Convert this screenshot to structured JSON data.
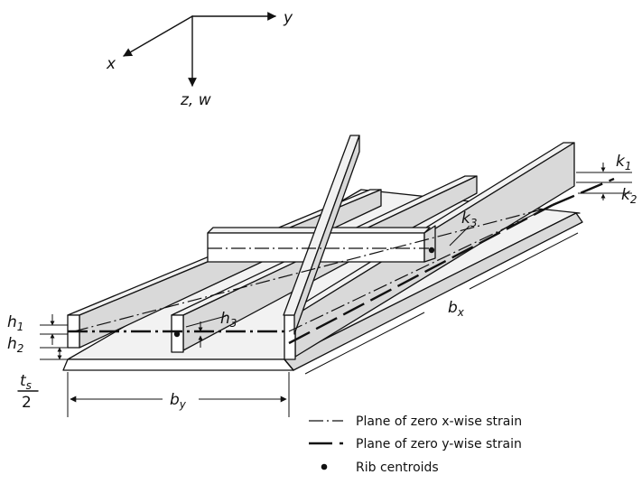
{
  "axes": {
    "y_label": "y",
    "x_label": "x",
    "z_label": "z, w"
  },
  "dimensions": {
    "h1": "h1",
    "h2": "h2",
    "h3": "h3",
    "ts_numer": "ts",
    "ts_denom": "2",
    "bx": "bx",
    "by": "by",
    "k1": "k1",
    "k2": "k2",
    "k3": "k3"
  },
  "legend": {
    "items": [
      {
        "style": "dash-dot",
        "text": "Plane of zero x-wise strain"
      },
      {
        "style": "long-dash",
        "text": "Plane of zero y-wise strain"
      },
      {
        "style": "dot",
        "text": "Rib centroids"
      }
    ]
  }
}
